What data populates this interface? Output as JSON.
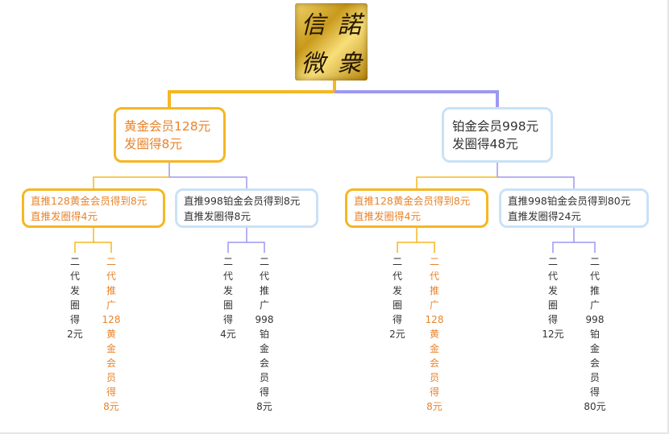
{
  "logo": {
    "chars": [
      "信",
      "諾",
      "微",
      "衆"
    ]
  },
  "colors": {
    "gold": "#f5b722",
    "purple": "#9d98f0",
    "blue_border": "#c9e2f7",
    "orange_text": "#e8842c",
    "dark_text": "#333333"
  },
  "left": {
    "node": {
      "line1": "黄金会员128元",
      "line2": "发圈得8元"
    },
    "children": [
      {
        "line1": "直推128黄金会员得到8元",
        "line2": "直推发圈得4元",
        "leaves": [
          "二代发圈得2元",
          "二代推广128黄金会员得8元"
        ]
      },
      {
        "line1": "直推998铂金会员得到8元",
        "line2": "直推发圈得8元",
        "leaves": [
          "二代发圈得4元",
          "二代推广998铂金会员得8元"
        ]
      }
    ]
  },
  "right": {
    "node": {
      "line1": "铂金会员998元",
      "line2": "发圈得48元"
    },
    "children": [
      {
        "line1": "直推128黄金会员得到8元",
        "line2": "直推发圈得4元",
        "leaves": [
          "二代发圈得2元",
          "二代推广128黄金会员得8元"
        ]
      },
      {
        "line1": "直推998铂金会员得到80元",
        "line2": "直推发圈得24元",
        "leaves": [
          "二代发圈得12元",
          "二代推广998铂金会员得80元"
        ]
      }
    ]
  }
}
